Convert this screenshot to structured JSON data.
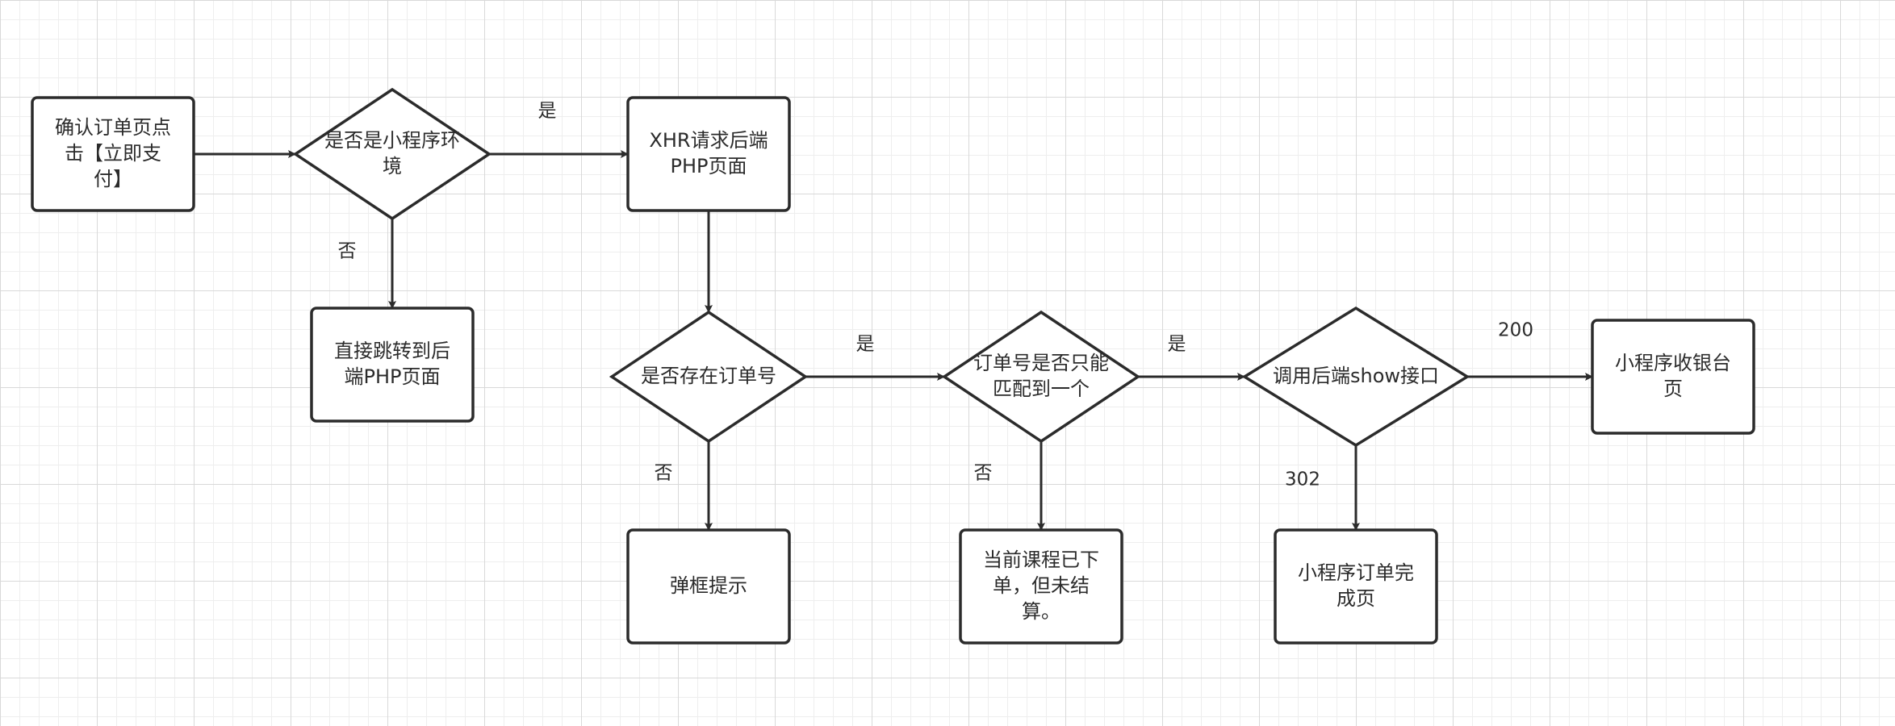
{
  "diagram": {
    "colors": {
      "stroke": "#2b2b2b",
      "fill": "#ffffff",
      "text": "#2b2b2b"
    },
    "nodes": [
      {
        "id": "confirm",
        "shape": "rect",
        "lines": [
          "确认订单页点",
          "击【立即支",
          "付】"
        ]
      },
      {
        "id": "is-mini",
        "shape": "diamond",
        "lines": [
          "是否是小程序环",
          "境"
        ]
      },
      {
        "id": "xhr",
        "shape": "rect",
        "lines": [
          "XHR请求后端",
          "PHP页面"
        ]
      },
      {
        "id": "jump-php",
        "shape": "rect",
        "lines": [
          "直接跳转到后",
          "端PHP页面"
        ]
      },
      {
        "id": "has-order",
        "shape": "diamond",
        "lines": [
          "是否存在订单号"
        ]
      },
      {
        "id": "popup",
        "shape": "rect",
        "lines": [
          "弹框提示"
        ]
      },
      {
        "id": "one-match",
        "shape": "diamond",
        "lines": [
          "订单号是否只能",
          "匹配到一个"
        ]
      },
      {
        "id": "ordered-unpaid",
        "shape": "rect",
        "lines": [
          "当前课程已下",
          "单，但未结",
          "算。"
        ]
      },
      {
        "id": "call-show",
        "shape": "diamond",
        "lines": [
          "调用后端show接口"
        ]
      },
      {
        "id": "cashier",
        "shape": "rect",
        "lines": [
          "小程序收银台",
          "页"
        ]
      },
      {
        "id": "order-done",
        "shape": "rect",
        "lines": [
          "小程序订单完",
          "成页"
        ]
      }
    ],
    "edges": [
      {
        "from": "confirm",
        "to": "is-mini",
        "label": ""
      },
      {
        "from": "is-mini",
        "to": "xhr",
        "label": "是"
      },
      {
        "from": "is-mini",
        "to": "jump-php",
        "label": "否"
      },
      {
        "from": "xhr",
        "to": "has-order",
        "label": ""
      },
      {
        "from": "has-order",
        "to": "one-match",
        "label": "是"
      },
      {
        "from": "has-order",
        "to": "popup",
        "label": "否"
      },
      {
        "from": "one-match",
        "to": "call-show",
        "label": "是"
      },
      {
        "from": "one-match",
        "to": "ordered-unpaid",
        "label": "否"
      },
      {
        "from": "call-show",
        "to": "cashier",
        "label": "200"
      },
      {
        "from": "call-show",
        "to": "order-done",
        "label": "302"
      }
    ]
  }
}
